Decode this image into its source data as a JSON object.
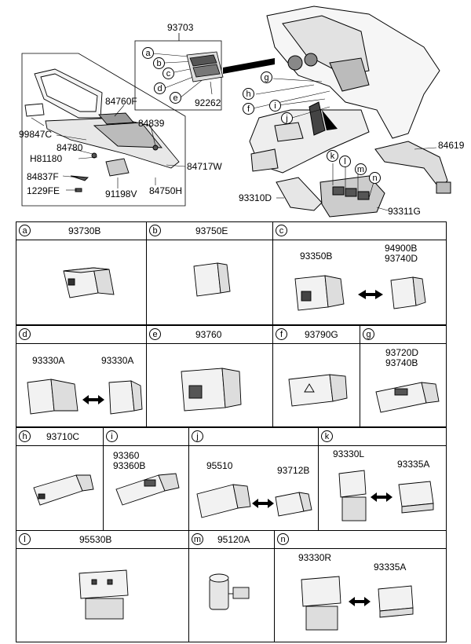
{
  "top": {
    "assembly": "93703",
    "assembly_letters": [
      "a",
      "b",
      "c",
      "d",
      "e"
    ],
    "assembly_part": "92262",
    "left_parts": {
      "p1": "84760F",
      "p2": "84839",
      "p3": "99847C",
      "p4": "84780",
      "p5": "H81180",
      "p6": "84717W",
      "p7": "84837F",
      "p8": "91198V",
      "p9": "84750H",
      "p10": "1229FE"
    },
    "console_letters": [
      "g",
      "h",
      "f",
      "i",
      "j"
    ],
    "console_letters_2": [
      "k",
      "l",
      "m",
      "n"
    ],
    "right_parts": {
      "r1": "84619",
      "r2": "93310D",
      "r3": "93311G"
    }
  },
  "cells": [
    {
      "letter": "a",
      "code": "93730B",
      "parts": []
    },
    {
      "letter": "b",
      "code": "93750E",
      "parts": []
    },
    {
      "letter": "c",
      "code": "",
      "parts": [
        "93350B",
        "94900B",
        "93740D"
      ]
    },
    {
      "letter": "d",
      "code": "",
      "parts": [
        "93330A",
        "93330A"
      ]
    },
    {
      "letter": "e",
      "code": "93760",
      "parts": []
    },
    {
      "letter": "f",
      "code": "93790G",
      "parts": []
    },
    {
      "letter": "g",
      "code": "",
      "parts": [
        "93720D",
        "93740B"
      ]
    },
    {
      "letter": "h",
      "code": "93710C",
      "parts": []
    },
    {
      "letter": "i",
      "code": "",
      "parts": [
        "93360",
        "93360B"
      ]
    },
    {
      "letter": "j",
      "code": "",
      "parts": [
        "95510",
        "93712B"
      ]
    },
    {
      "letter": "k",
      "code": "",
      "parts": [
        "93330L",
        "93335A"
      ]
    },
    {
      "letter": "l",
      "code": "95530B",
      "parts": []
    },
    {
      "letter": "m",
      "code": "95120A",
      "parts": []
    },
    {
      "letter": "n",
      "code": "",
      "parts": [
        "93330R",
        "93335A"
      ]
    }
  ]
}
